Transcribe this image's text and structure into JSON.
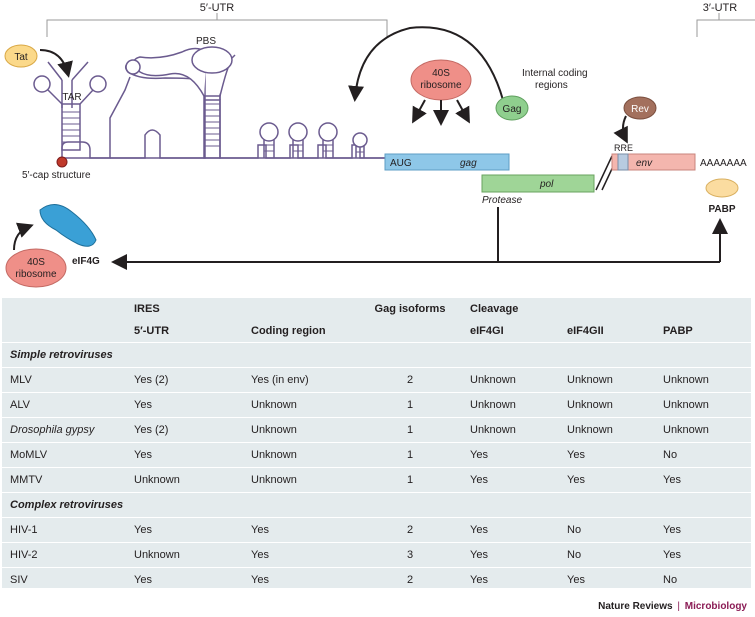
{
  "diagram": {
    "utr5_label": "5′-UTR",
    "utr3_label": "3′-UTR",
    "tat_label": "Tat",
    "tar_label": "TAR",
    "pbs_label": "PBS",
    "cap_label": "5′-cap structure",
    "ribosome_line1": "40S",
    "ribosome_line2": "ribosome",
    "gag_protein": "Gag",
    "internal_line1": "Internal coding",
    "internal_line2": "regions",
    "aug_label": "AUG",
    "gag_gene": "gag",
    "pol_gene": "pol",
    "protease_label": "Protease",
    "rev_label": "Rev",
    "rre_label": "RRE",
    "env_gene": "env",
    "polya_label": "AAAAAAA",
    "pabp_label": "PABP",
    "eif4g_label": "eIF4G",
    "bottom_ribosome_line1": "40S",
    "bottom_ribosome_line2": "ribosome",
    "colors": {
      "tat": "#fbd98a",
      "ribosome": "#ef8f88",
      "gag": "#8fcf8e",
      "rev": "#a3705d",
      "pabp": "#fbdca0",
      "eif4g": "#3aa0d6",
      "gag_bar": "#8ec7e8",
      "pol_bar": "#9fd597",
      "env_bar": "#f4b6ae",
      "stem": "#6b5b8f",
      "table_bg": "#e4ebed"
    }
  },
  "table": {
    "head1": [
      "",
      "IRES",
      "",
      "Gag isoforms",
      "Cleavage",
      "",
      ""
    ],
    "head2": [
      "",
      "5′-UTR",
      "Coding region",
      "",
      "eIF4GI",
      "eIF4GII",
      "PABP"
    ],
    "sections": [
      {
        "title": "Simple retroviruses",
        "rows": [
          [
            "MLV",
            "Yes (2)",
            "Yes (in env)",
            "2",
            "Unknown",
            "Unknown",
            "Unknown"
          ],
          [
            "ALV",
            "Yes",
            "Unknown",
            "1",
            "Unknown",
            "Unknown",
            "Unknown"
          ],
          [
            "Drosophila gypsy",
            "Yes (2)",
            "Unknown",
            "1",
            "Unknown",
            "Unknown",
            "Unknown"
          ],
          [
            "MoMLV",
            "Yes",
            "Unknown",
            "1",
            "Yes",
            "Yes",
            "No"
          ],
          [
            "MMTV",
            "Unknown",
            "Unknown",
            "1",
            "Yes",
            "Yes",
            "Yes"
          ]
        ]
      },
      {
        "title": "Complex retroviruses",
        "rows": [
          [
            "HIV-1",
            "Yes",
            "Yes",
            "2",
            "Yes",
            "No",
            "Yes"
          ],
          [
            "HIV-2",
            "Unknown",
            "Yes",
            "3",
            "Yes",
            "No",
            "Yes"
          ],
          [
            "SIV",
            "Yes",
            "Yes",
            "2",
            "Yes",
            "Yes",
            "No"
          ]
        ]
      }
    ]
  },
  "footer": {
    "journal": "Nature Reviews",
    "separator": "|",
    "section": "Microbiology"
  }
}
